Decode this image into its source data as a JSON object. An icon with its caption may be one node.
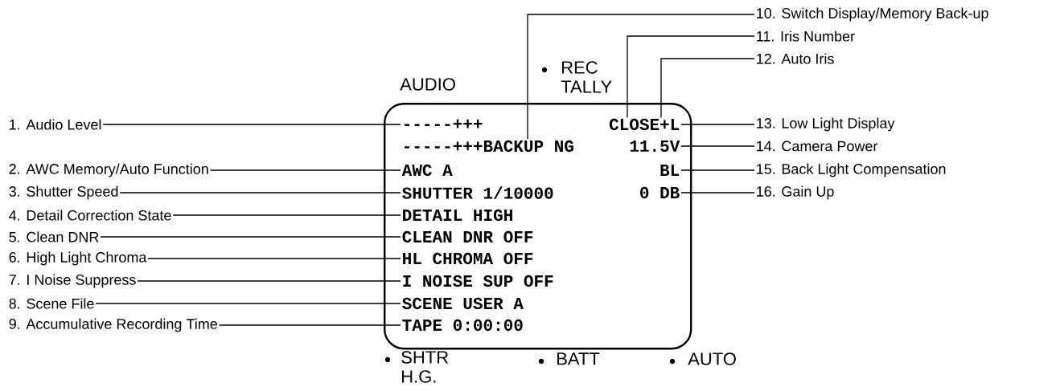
{
  "diagram": {
    "nodes": [
      {
        "text": [],
        "shape": "box"
      },
      {
        "text": [
          "-----+++"
        ],
        "in": 0
      },
      {
        "text": [
          "-----+++BACKUP NG"
        ],
        "in": 0
      },
      {
        "text": [
          "CLOSE+L"
        ],
        "in": 0
      },
      {
        "text": [
          "11.5V"
        ],
        "in": 0
      },
      {
        "text": [
          "AWC A"
        ],
        "in": 0
      },
      {
        "text": [
          "BL"
        ],
        "in": 0
      },
      {
        "text": [
          "SHUTTER 1/10000"
        ],
        "in": 0
      },
      {
        "text": [
          "0 DB"
        ],
        "in": 0
      },
      {
        "text": [
          "DETAIL HIGH"
        ],
        "in": 0
      },
      {
        "text": [
          "CLEAN DNR OFF"
        ],
        "in": 0
      },
      {
        "text": [
          "HL CHROMA OFF"
        ],
        "in": 0
      },
      {
        "text": [
          "I NOISE SUP OFF"
        ],
        "in": 0
      },
      {
        "text": [
          "SCENE USER A"
        ],
        "in": 0
      },
      {
        "text": [
          "TAPE 0:00:00"
        ],
        "in": 0
      },
      {
        "text": [
          "1. Audio Level"
        ]
      },
      {
        "text": [
          "2. AWC Memory/Auto Function"
        ]
      },
      {
        "text": [
          "3. Shutter Speed"
        ]
      },
      {
        "text": [
          "4. Detail Correction State"
        ]
      },
      {
        "text": [
          "5. Clean DNR"
        ]
      },
      {
        "text": [
          "6. High Light Chroma"
        ]
      },
      {
        "text": [
          "7. I Noise Suppress"
        ]
      },
      {
        "text": [
          "8. Scene File"
        ]
      },
      {
        "text": [
          "9. Accumulative Recording Time"
        ]
      },
      {
        "text": [
          "10. Switch Display/Memory Back-up"
        ]
      },
      {
        "text": [
          "11. Iris Number"
        ]
      },
      {
        "text": [
          "12. Auto Iris"
        ]
      },
      {
        "text": [
          "13. Low Light Display"
        ]
      },
      {
        "text": [
          "14. Camera Power"
        ]
      },
      {
        "text": [
          "15. Back Light Compensation"
        ]
      },
      {
        "text": [
          "16. Gain Up"
        ]
      }
    ],
    "edges": [
      {
        "from": 15,
        "to": 1,
        "arrow": "none"
      },
      {
        "from": 16,
        "to": 5,
        "arrow": "none"
      },
      {
        "from": 17,
        "to": 7,
        "arrow": "none"
      },
      {
        "from": 18,
        "to": 9,
        "arrow": "none"
      },
      {
        "from": 19,
        "to": 10,
        "arrow": "none"
      },
      {
        "from": 20,
        "to": 11,
        "arrow": "none"
      },
      {
        "from": 21,
        "to": 12,
        "arrow": "none"
      },
      {
        "from": 22,
        "to": 13,
        "arrow": "none"
      },
      {
        "from": 23,
        "to": 14,
        "arrow": "none"
      },
      {
        "from": 24,
        "to": 2,
        "arrow": "none"
      },
      {
        "from": 25,
        "to": 3,
        "arrow": "none"
      },
      {
        "from": 26,
        "to": 3,
        "arrow": "none"
      },
      {
        "from": 27,
        "to": 3,
        "arrow": "none"
      },
      {
        "from": 28,
        "to": 4,
        "arrow": "none"
      },
      {
        "from": 29,
        "to": 6,
        "arrow": "none"
      },
      {
        "from": 30,
        "to": 8,
        "arrow": "none"
      }
    ],
    "labels": [
      "REC TALLY",
      "AUDIO",
      "SHTR H.G.",
      "BATT",
      "AUTO"
    ]
  }
}
